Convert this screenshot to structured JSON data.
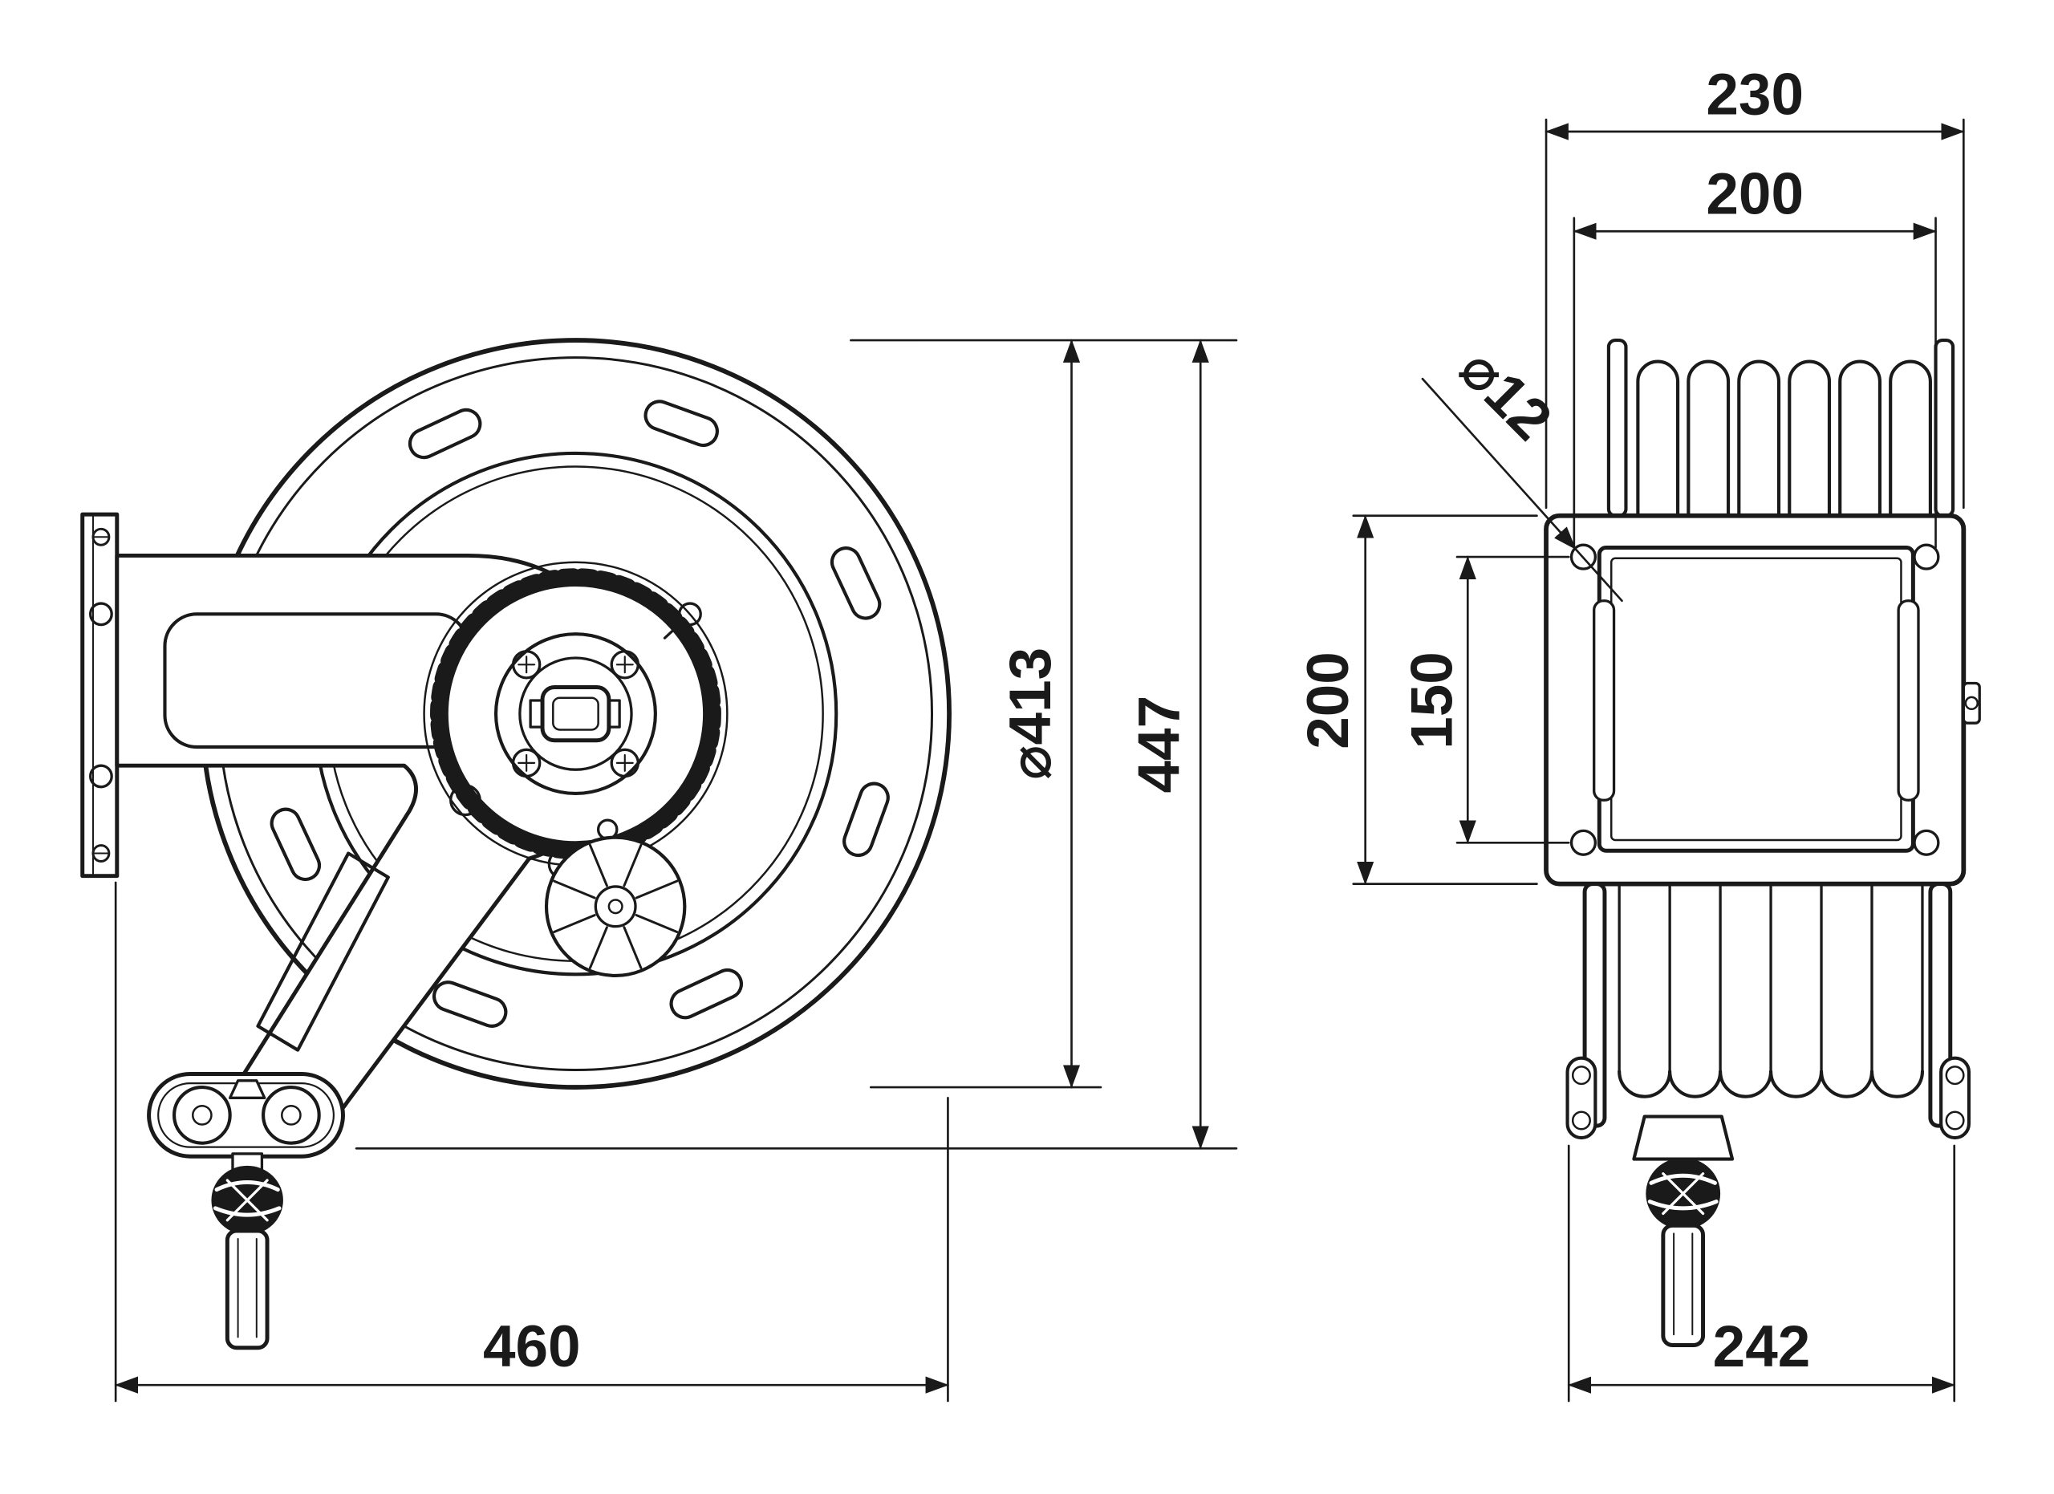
{
  "drawing": {
    "colors": {
      "line": "#1a1a1a",
      "background": "#ffffff",
      "hose_stop": "#1a1a1a"
    },
    "front": {
      "dia": "⌀413",
      "height": "447",
      "depth": "460"
    },
    "side": {
      "width_outer": "230",
      "width_holes": "200",
      "hole_dia": "⌀12",
      "plate_height": "200",
      "hole_spacing": "150",
      "depth": "242"
    }
  }
}
